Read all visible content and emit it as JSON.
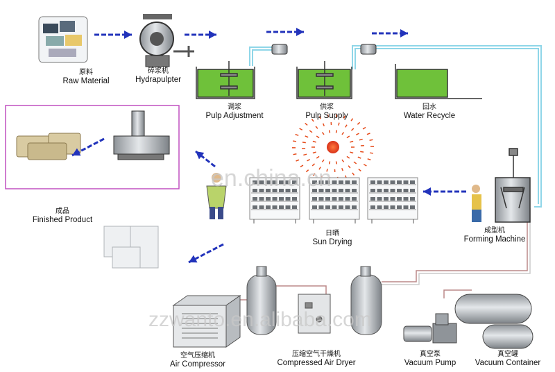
{
  "stages": {
    "raw_material": {
      "cn": "原料",
      "en": "Raw Material"
    },
    "hydrapulper": {
      "cn": "碎浆机",
      "en": "Hydrapulpter"
    },
    "pulp_adjustment": {
      "cn": "调浆",
      "en": "Pulp Adjustment"
    },
    "pulp_supply": {
      "cn": "供浆",
      "en": "Pulp Supply"
    },
    "water_recycle": {
      "cn": "回水",
      "en": "Water Recycle"
    },
    "finished_product": {
      "cn": "成品",
      "en": "Finished Product"
    },
    "sun_drying": {
      "cn": "日晒",
      "en": "Sun Drying"
    },
    "forming_machine": {
      "cn": "成型机",
      "en": "Forming Machine"
    },
    "air_compressor": {
      "cn": "空气压缩机",
      "en": "Air Compressor"
    },
    "air_dryer": {
      "cn": "压缩空气干燥机",
      "en": "Compressed Air Dryer"
    },
    "vacuum_pump": {
      "cn": "真空泵",
      "en": "Vacuum Pump"
    },
    "vacuum_container": {
      "cn": "真空罐",
      "en": "Vacuum Container"
    }
  },
  "watermarks": {
    "top": "en.china.cn",
    "bottom": "zzwanto.en.alibaba.com"
  },
  "colors": {
    "arrow": "#2233bb",
    "pulp": "#6fc13a",
    "pipe": "#8fd6e8",
    "box": "#c050c0",
    "tank": "#bfc3c7",
    "sun": "#e64a19"
  }
}
